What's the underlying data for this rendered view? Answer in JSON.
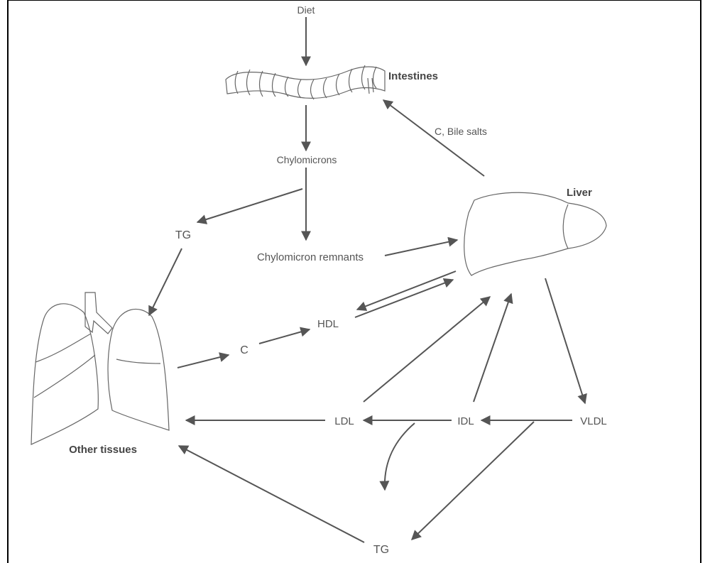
{
  "labels": {
    "diet": "Diet",
    "intestines": "Intestines",
    "bile": "C, Bile salts",
    "chylomicrons": "Chylomicrons",
    "liver": "Liver",
    "tg_top": "TG",
    "remnants": "Chylomicron remnants",
    "hdl": "HDL",
    "c": "C",
    "ldl": "LDL",
    "idl": "IDL",
    "vldl": "VLDL",
    "other_tissues": "Other tissues",
    "tg_bottom": "TG"
  },
  "colors": {
    "arrow": "#555555",
    "text": "#555555",
    "border": "#000000"
  }
}
